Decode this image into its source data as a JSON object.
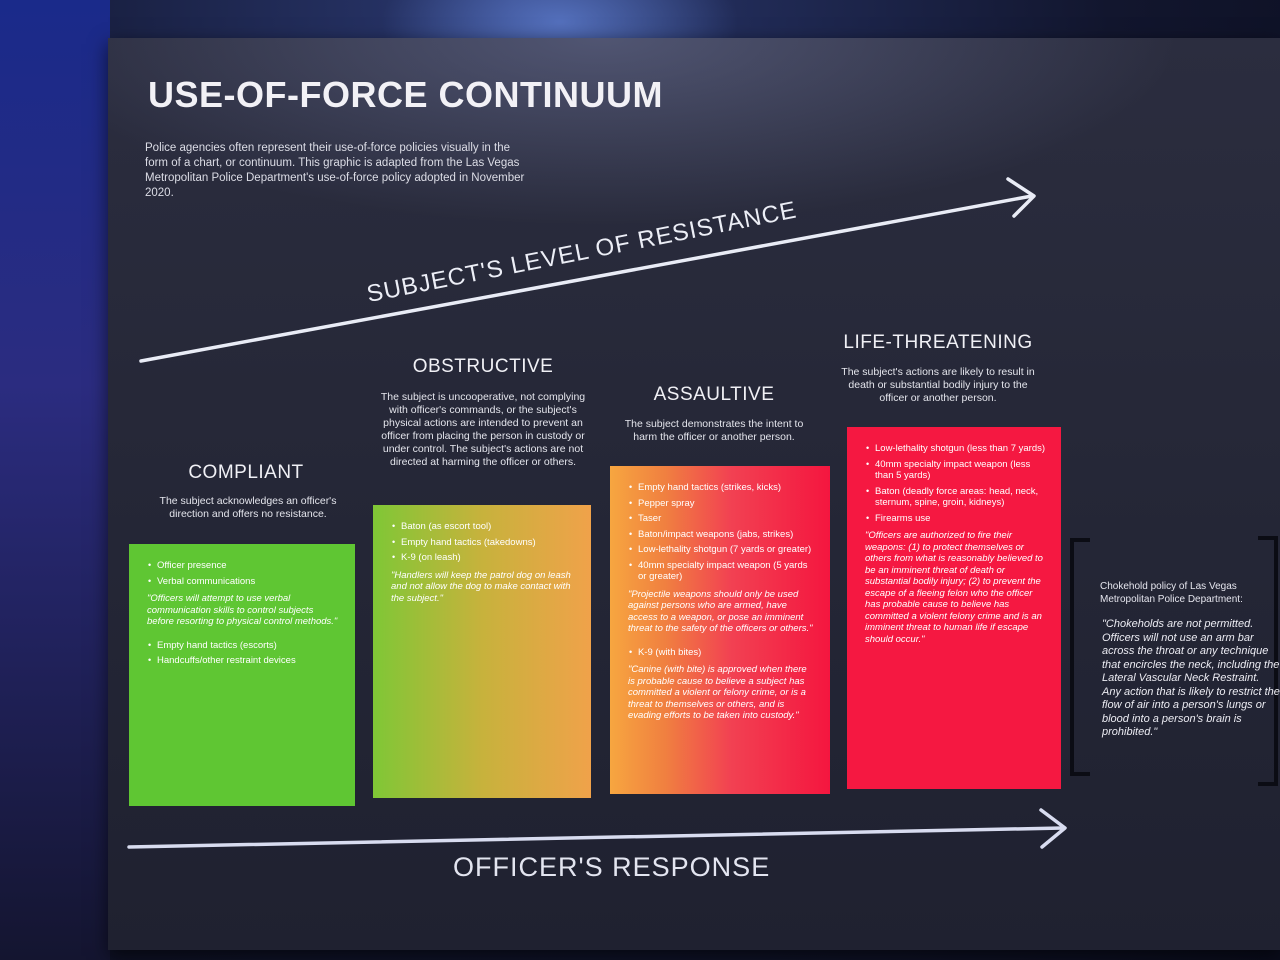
{
  "title": "USE-OF-FORCE CONTINUUM",
  "intro": "Police agencies often represent their use-of-force policies visually in the form of a chart, or continuum. This graphic is adapted from the Las Vegas Metropolitan Police Department's use-of-force policy adopted in November 2020.",
  "resistance_label": "SUBJECT'S LEVEL OF RESISTANCE",
  "response_label": "OFFICER'S RESPONSE",
  "columns": {
    "compliant": {
      "heading": "COMPLIANT",
      "description": "The subject acknowledges an officer's direction and offers no resistance.",
      "color": "#5fc633",
      "items_a": [
        "Officer presence",
        "Verbal communications"
      ],
      "quote_a": "\"Officers will attempt to use verbal communication skills to control subjects before resorting to physical control methods.\"",
      "items_b": [
        "Empty hand tactics (escorts)",
        "Handcuffs/other restraint devices"
      ]
    },
    "obstructive": {
      "heading": "OBSTRUCTIVE",
      "description": "The subject is uncooperative, not complying with officer's commands, or the subject's physical actions are intended to prevent an officer from placing the person in custody or under control. The subject's actions are not directed at harming the officer or others.",
      "color": "#c7b23c",
      "items_a": [
        "Baton (as escort tool)",
        "Empty hand tactics (takedowns)",
        "K-9 (on leash)"
      ],
      "quote_a": "\"Handlers will keep the patrol dog on leash and not allow the dog to make contact with the subject.\""
    },
    "assaultive": {
      "heading": "ASSAULTIVE",
      "description": "The subject demonstrates the intent to harm the officer or another person.",
      "color": "#f24152",
      "items_a": [
        "Empty hand tactics (strikes, kicks)",
        "Pepper spray",
        "Taser",
        "Baton/impact weapons (jabs, strikes)",
        "Low-lethality shotgun (7 yards or greater)",
        "40mm specialty impact weapon (5 yards or greater)"
      ],
      "quote_a": "\"Projectile weapons should only be used against persons who are armed, have access to a weapon, or pose an imminent threat to the safety of the officers or others.\"",
      "items_b": [
        "K-9 (with bites)"
      ],
      "quote_b": "\"Canine (with bite) is approved when there is probable cause to believe a subject has committed a violent or felony crime, or is a threat to themselves or others, and is evading efforts to be taken into custody.\""
    },
    "life_threatening": {
      "heading": "LIFE-THREATENING",
      "description": "The subject's actions are likely to result in death or substantial bodily injury to the officer or another person.",
      "color": "#f51841",
      "items_a": [
        "Low-lethality shotgun (less than 7 yards)",
        "40mm specialty impact weapon (less than 5 yards)",
        "Baton (deadly force areas: head, neck, sternum, spine, groin, kidneys)",
        "Firearms use"
      ],
      "quote_a": "\"Officers are authorized to fire their weapons: (1) to protect themselves or others from what is reasonably believed to be an imminent threat of death or substantial bodily injury; (2) to prevent the escape of a fleeing felon who the officer has probable cause to believe has committed a violent felony crime and is an imminent threat to human life if escape should occur.\""
    }
  },
  "chokehold": {
    "heading": "Chokehold policy of Las Vegas Metropolitan Police Department:",
    "quote": "\"Chokeholds are not permitted. Officers will not use an arm bar across the throat or any technique that encircles the neck, including the Lateral Vascular Neck Restraint. Any action that is likely to restrict the flow of air into a person's lungs or blood into a person's brain is prohibited.\""
  }
}
